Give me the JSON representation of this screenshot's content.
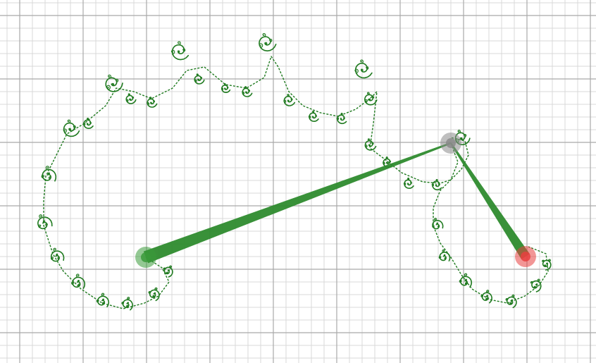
{
  "canvas": {
    "background": "#ffffff",
    "minor_grid_color": "#d8d8d8",
    "major_grid_color": "#a9a9a9",
    "curve_color": "#1f7a1f",
    "segment_color": "#2e8b2e"
  },
  "handles": [
    {
      "name": "start-handle",
      "color": "#3a9a3a"
    },
    {
      "name": "pivot-handle",
      "color": "#8a8a8a"
    },
    {
      "name": "end-handle",
      "color": "#e84040"
    }
  ]
}
